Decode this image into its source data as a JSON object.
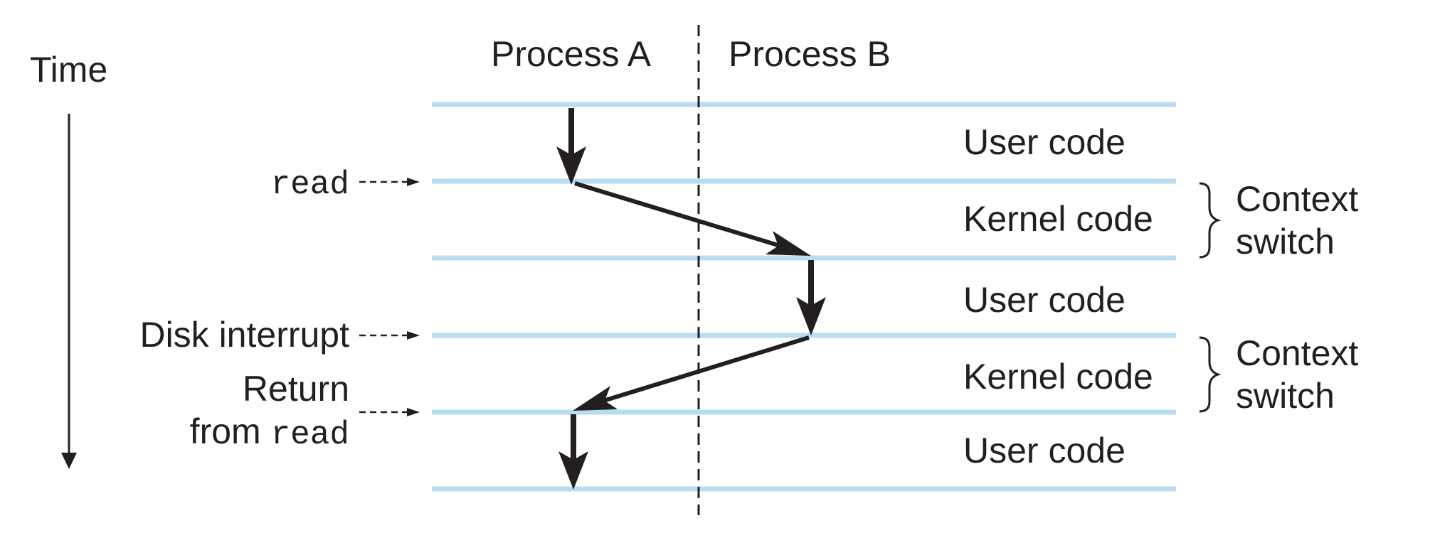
{
  "time_label": "Time",
  "process_a": "Process A",
  "process_b": "Process B",
  "segments": [
    "User code",
    "Kernel code",
    "User code",
    "Kernel code",
    "User code"
  ],
  "events": {
    "read": "read",
    "disk_interrupt": "Disk interrupt",
    "return_line1": "Return",
    "return_from": "from ",
    "return_read": "read"
  },
  "context_switch": [
    {
      "line1": "Context",
      "line2": "switch"
    },
    {
      "line1": "Context",
      "line2": "switch"
    }
  ],
  "colors": {
    "lane_line": "#b8dcf0",
    "ink": "#231f20"
  }
}
